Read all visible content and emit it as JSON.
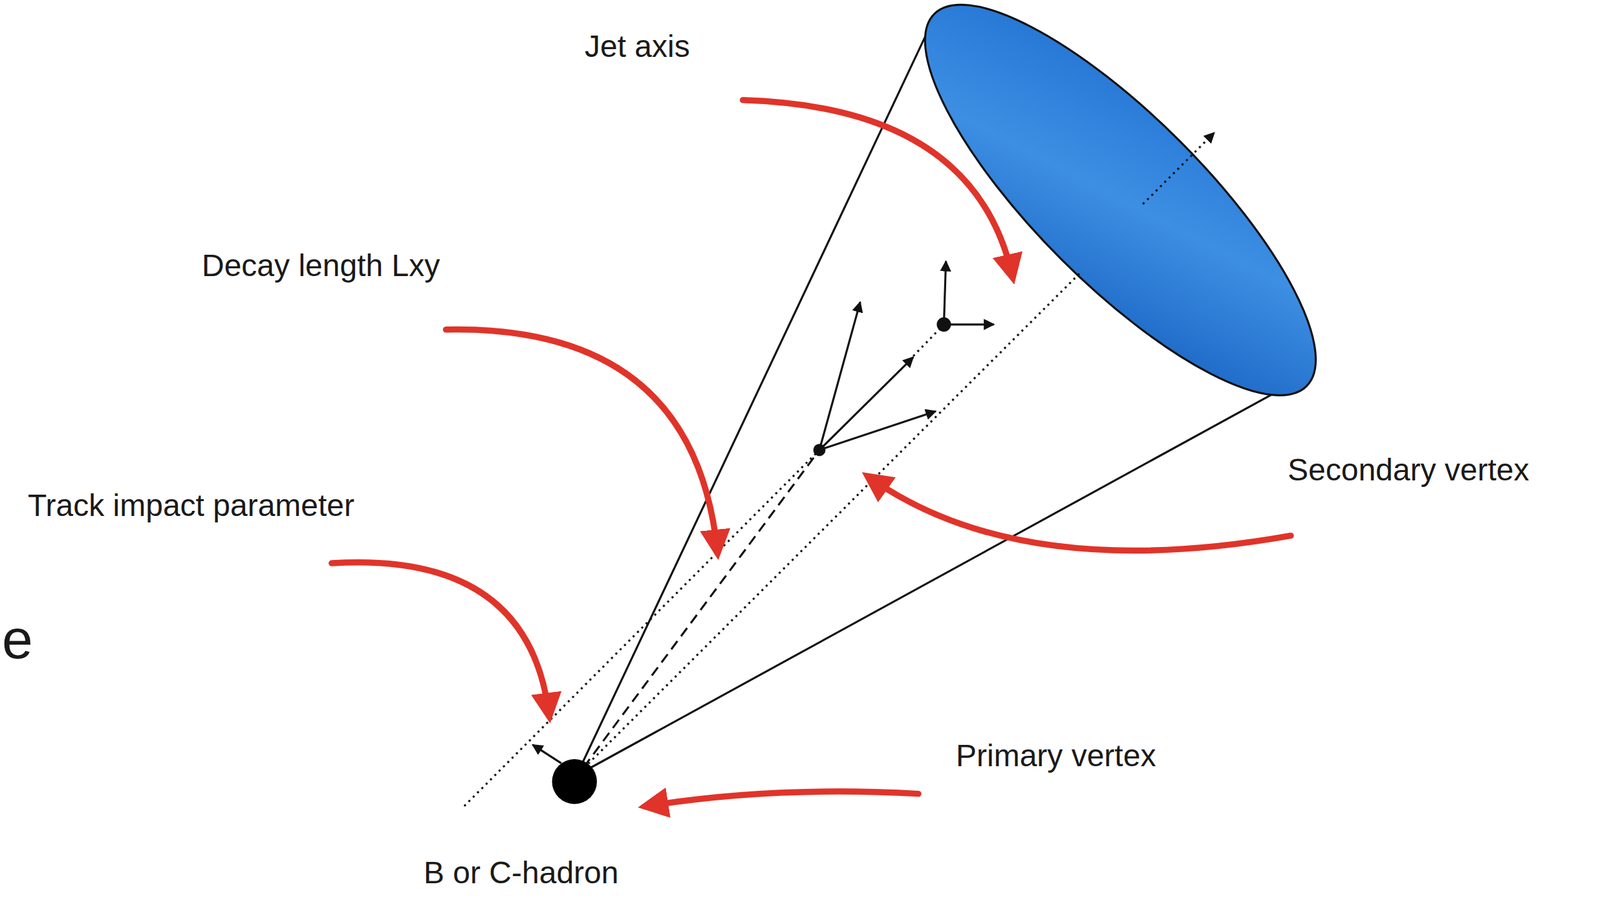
{
  "diagram": {
    "labels": [
      "Jet axis",
      "Decay length Lxy",
      "Track impact parameter",
      "Secondary vertex",
      "Primary vertex",
      "B or C-hadron",
      "e"
    ]
  }
}
